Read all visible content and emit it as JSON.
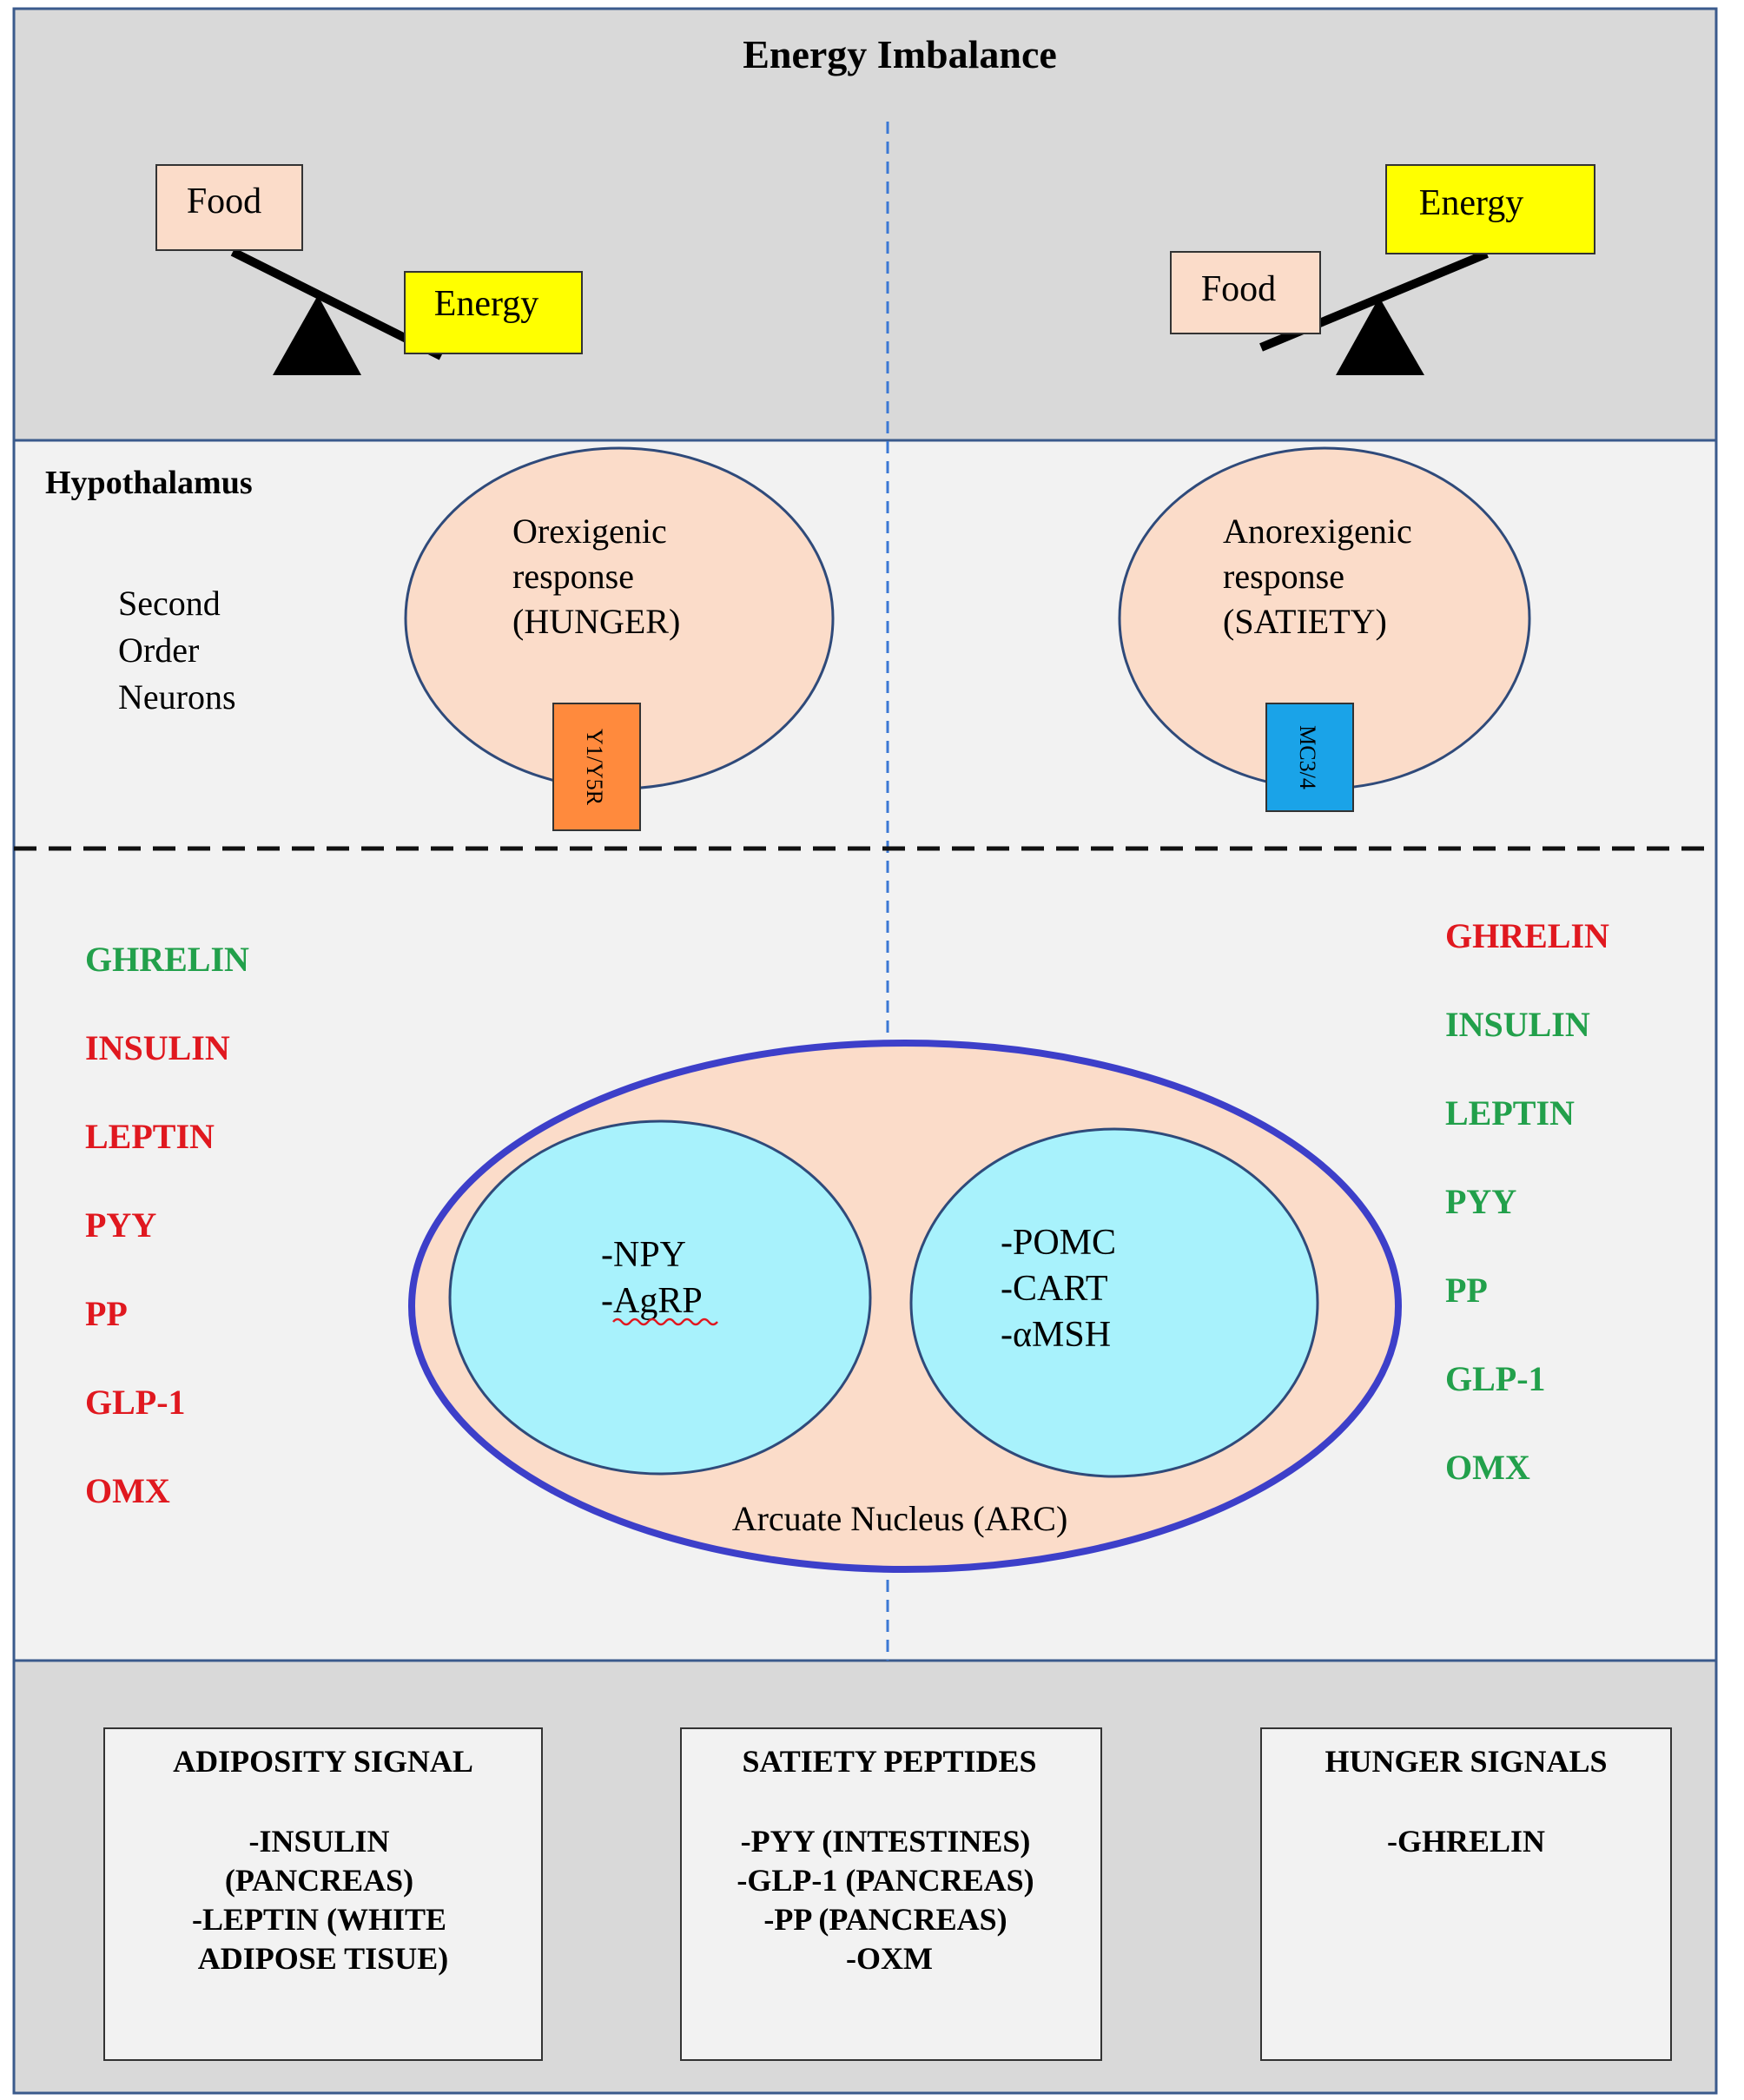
{
  "title": "Energy Imbalance",
  "colors": {
    "frame": "#3a5a8c",
    "top_panel": "#d9d9d9",
    "mid_panel": "#f2f2f2",
    "bottom_panel": "#d9d9d9",
    "peach": "#fbdcc9",
    "yellow": "#ffff00",
    "orange": "#ff8a3d",
    "blue_receptor": "#1aa3e8",
    "cyan": "#a8f2fc",
    "arc_border": "#3d3fc9",
    "green": "#22a04b",
    "red": "#e0181f",
    "dashed_center": "#3b78d4"
  },
  "scale_left": {
    "food": "Food",
    "energy": "Energy"
  },
  "scale_right": {
    "food": "Food",
    "energy": "Energy"
  },
  "hypothalamus": {
    "heading": "Hypothalamus",
    "second_order": [
      "Second",
      "Order",
      "Neurons"
    ],
    "orexigenic": {
      "lines": [
        "Orexigenic",
        "response",
        "(HUNGER)"
      ],
      "receptor": "Y1/Y5R"
    },
    "anorexigenic": {
      "lines": [
        "Anorexigenic",
        "response",
        "(SATIETY)"
      ],
      "receptor": "MC3/4"
    }
  },
  "left_signals": [
    {
      "label": "GHRELIN",
      "color": "green"
    },
    {
      "label": "INSULIN",
      "color": "red"
    },
    {
      "label": "LEPTIN",
      "color": "red"
    },
    {
      "label": "PYY",
      "color": "red"
    },
    {
      "label": "PP",
      "color": "red"
    },
    {
      "label": "GLP-1",
      "color": "red"
    },
    {
      "label": "OMX",
      "color": "red"
    }
  ],
  "right_signals": [
    {
      "label": "GHRELIN",
      "color": "red"
    },
    {
      "label": "INSULIN",
      "color": "green"
    },
    {
      "label": "LEPTIN",
      "color": "green"
    },
    {
      "label": "PYY",
      "color": "green"
    },
    {
      "label": "PP",
      "color": "green"
    },
    {
      "label": "GLP-1",
      "color": "green"
    },
    {
      "label": "OMX",
      "color": "green"
    }
  ],
  "arc": {
    "label": "Arcuate Nucleus (ARC)",
    "left_cell": [
      "-NPY",
      "-AgRP"
    ],
    "right_cell": [
      "-POMC",
      "-CART",
      "-αMSH"
    ]
  },
  "boxes": [
    {
      "title": "ADIPOSITY SIGNAL",
      "lines": [
        "-INSULIN",
        "(PANCREAS)",
        "-LEPTIN  (WHITE",
        "ADIPOSE TISUE)"
      ]
    },
    {
      "title": "SATIETY PEPTIDES",
      "lines": [
        "-PYY (INTESTINES)",
        "-GLP-1 (PANCREAS)",
        "-PP (PANCREAS)",
        "-OXM"
      ]
    },
    {
      "title": "HUNGER SIGNALS",
      "lines": [
        "-GHRELIN"
      ]
    }
  ]
}
